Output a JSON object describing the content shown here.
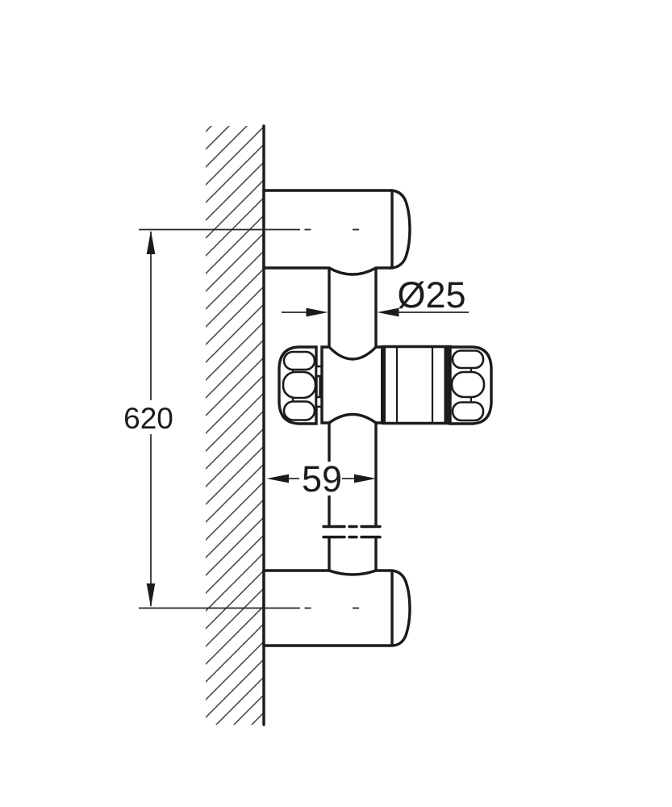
{
  "drawing": {
    "kind": "technical dimension drawing — wall-mounted shower rail with slider holder, side view",
    "line_color": "#1b1b1b",
    "background_color": "#ffffff",
    "labels": {
      "rail_length": "620",
      "rail_diameter": "Ø25",
      "wall_offset": "59"
    },
    "parts": [
      "hatched wall section",
      "top mounting bracket with dome cap",
      "rail tube",
      "slider holder with two grip knobs",
      "tube break lines",
      "bottom mounting bracket with dome cap"
    ]
  }
}
